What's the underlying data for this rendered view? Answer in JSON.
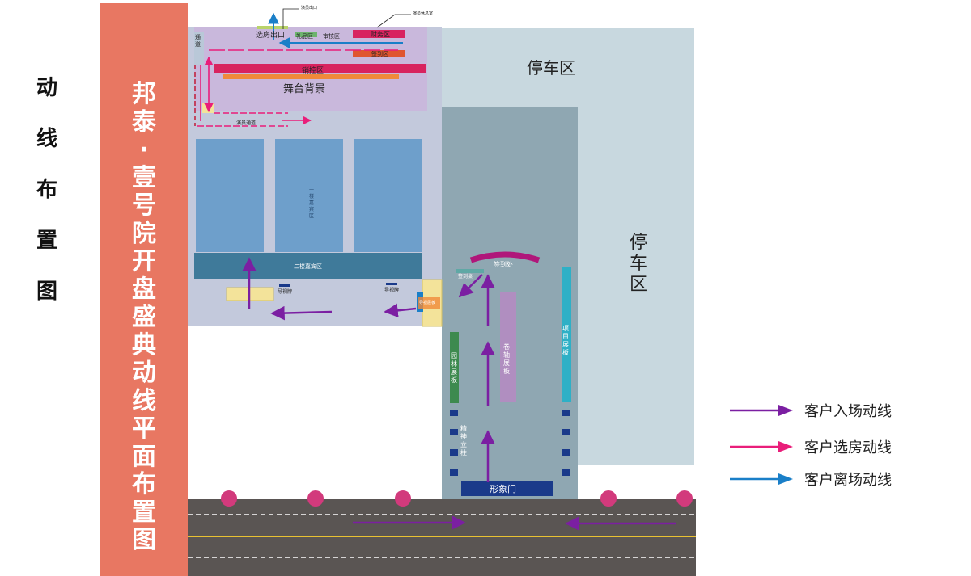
{
  "side_title": [
    "动",
    "线",
    "布",
    "置",
    "图"
  ],
  "banner_title": [
    "邦",
    "泰",
    "·",
    "壹",
    "号",
    "院",
    "开",
    "盘",
    "盛",
    "典",
    "动",
    "线",
    "平",
    "面",
    "布",
    "置",
    "图"
  ],
  "areas": {
    "parking_top": "停车区",
    "parking_right": [
      "停",
      "车",
      "区"
    ],
    "stage_background": "舞台背景",
    "sales_control": "销控区",
    "select_exit": "选房出口",
    "gift_area": "礼品区",
    "audit_area": "审核区",
    "finance_area": "财务区",
    "ticket_area": "签到区",
    "performer_exit": "演员出口",
    "performer_lounge": "演员休息室",
    "left_corridor": "通道",
    "performer_path": "演员通道",
    "vip_first": "一楼嘉宾区",
    "vip_second": "二楼嘉宾区",
    "guide_sign_1": "导视牌",
    "guide_sign_2": "导视牌",
    "sign_in": "签到处",
    "sign_in_small": "签到桌",
    "project_board_small": "导视展板",
    "garden_board": "园林展板",
    "scroll_board": "卷轴展板",
    "project_board": "项目展板",
    "spirit_pillar": "精神立柱",
    "image_gate": "形象门"
  },
  "legend": [
    {
      "label": "客户入场动线",
      "color": "#7b1fa2"
    },
    {
      "label": "客户选房动线",
      "color": "#e91e7a"
    },
    {
      "label": "客户离场动线",
      "color": "#1a7fc8"
    }
  ],
  "colors": {
    "banner": "#e87762",
    "stage": "#c9b8dc",
    "hall": "#c3c9dc",
    "vip": "#6e9fcb",
    "parking": "#c8d8df",
    "passage": "#8fa7b2",
    "road": "#5a5553",
    "tree": "#d23a7c"
  }
}
